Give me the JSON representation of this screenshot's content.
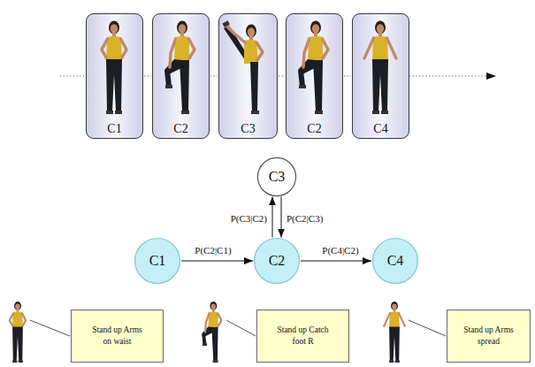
{
  "diagram": {
    "nodes": [
      {
        "text": [
          "C1"
        ]
      },
      {
        "text": [
          "C2"
        ]
      },
      {
        "text": [
          "C3"
        ]
      },
      {
        "text": [
          "C2"
        ]
      },
      {
        "text": [
          "C4"
        ]
      },
      {
        "text": [
          "C3"
        ]
      },
      {
        "text": [
          "C1"
        ]
      },
      {
        "text": [
          "C2"
        ]
      },
      {
        "text": [
          "C4"
        ]
      },
      {
        "text": [
          "Stand up Arms on waist"
        ]
      },
      {
        "text": [
          "Stand up Catch foot R"
        ]
      },
      {
        "text": [
          "Stand up Arms spread"
        ]
      }
    ],
    "edges": [
      {
        "from": 0,
        "to": 1,
        "arrow": "none"
      },
      {
        "from": 1,
        "to": 2,
        "arrow": "none"
      },
      {
        "from": 2,
        "to": 3,
        "arrow": "none"
      },
      {
        "from": 3,
        "to": 4,
        "arrow": "none"
      },
      {
        "from": 6,
        "to": 7,
        "label": "P(C2|C1)",
        "arrow": "to"
      },
      {
        "from": 7,
        "to": 5,
        "label": "P(C3|C2)",
        "arrow": "to"
      },
      {
        "from": 5,
        "to": 7,
        "label": "P(C2|C3)",
        "arrow": "to"
      },
      {
        "from": 7,
        "to": 8,
        "label": "P(C4|C2)",
        "arrow": "to"
      }
    ]
  }
}
